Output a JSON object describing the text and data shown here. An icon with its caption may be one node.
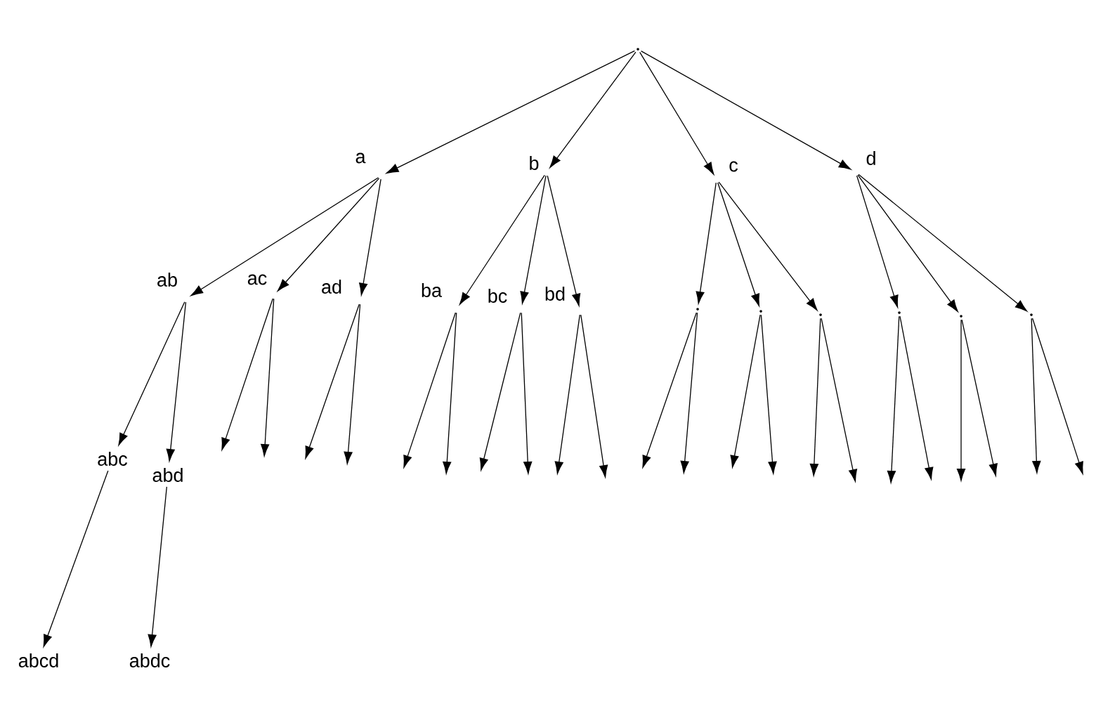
{
  "diagram": {
    "nodes": [
      {
        "text": [],
        "shape": "point"
      },
      {
        "text": [
          "a"
        ]
      },
      {
        "text": [
          "b"
        ]
      },
      {
        "text": [
          "c"
        ]
      },
      {
        "text": [
          "d"
        ]
      },
      {
        "text": [
          "ab"
        ]
      },
      {
        "text": [
          "ac"
        ]
      },
      {
        "text": [
          "ad"
        ]
      },
      {
        "text": [
          "ba"
        ]
      },
      {
        "text": [
          "bc"
        ]
      },
      {
        "text": [
          "bd"
        ]
      },
      {
        "text": [],
        "shape": "point"
      },
      {
        "text": [],
        "shape": "point"
      },
      {
        "text": [],
        "shape": "point"
      },
      {
        "text": [],
        "shape": "point"
      },
      {
        "text": [],
        "shape": "point"
      },
      {
        "text": [],
        "shape": "point"
      },
      {
        "text": [
          "abc"
        ]
      },
      {
        "text": [
          "abd"
        ]
      },
      {
        "text": [
          "abcd"
        ]
      },
      {
        "text": [
          "abdc"
        ]
      }
    ],
    "edges": [
      {
        "from": 0,
        "to": 1,
        "arrow": "to"
      },
      {
        "from": 0,
        "to": 2,
        "arrow": "to"
      },
      {
        "from": 0,
        "to": 3,
        "arrow": "to"
      },
      {
        "from": 0,
        "to": 4,
        "arrow": "to"
      },
      {
        "from": 1,
        "to": 5,
        "arrow": "to"
      },
      {
        "from": 1,
        "to": 6,
        "arrow": "to"
      },
      {
        "from": 1,
        "to": 7,
        "arrow": "to"
      },
      {
        "from": 2,
        "to": 8,
        "arrow": "to"
      },
      {
        "from": 2,
        "to": 9,
        "arrow": "to"
      },
      {
        "from": 2,
        "to": 10,
        "arrow": "to"
      },
      {
        "from": 3,
        "to": 11,
        "arrow": "to"
      },
      {
        "from": 3,
        "to": 12,
        "arrow": "to"
      },
      {
        "from": 3,
        "to": 13,
        "arrow": "to"
      },
      {
        "from": 4,
        "to": 14,
        "arrow": "to"
      },
      {
        "from": 4,
        "to": 15,
        "arrow": "to"
      },
      {
        "from": 4,
        "to": 16,
        "arrow": "to"
      },
      {
        "from": 5,
        "to": 17,
        "arrow": "to"
      },
      {
        "from": 5,
        "to": 18,
        "arrow": "to"
      },
      {
        "from": 6,
        "to": null,
        "arrow": "to"
      },
      {
        "from": 6,
        "to": null,
        "arrow": "to"
      },
      {
        "from": 7,
        "to": null,
        "arrow": "to"
      },
      {
        "from": 7,
        "to": null,
        "arrow": "to"
      },
      {
        "from": 8,
        "to": null,
        "arrow": "to"
      },
      {
        "from": 8,
        "to": null,
        "arrow": "to"
      },
      {
        "from": 9,
        "to": null,
        "arrow": "to"
      },
      {
        "from": 9,
        "to": null,
        "arrow": "to"
      },
      {
        "from": 10,
        "to": null,
        "arrow": "to"
      },
      {
        "from": 10,
        "to": null,
        "arrow": "to"
      },
      {
        "from": 11,
        "to": null,
        "arrow": "to"
      },
      {
        "from": 11,
        "to": null,
        "arrow": "to"
      },
      {
        "from": 12,
        "to": null,
        "arrow": "to"
      },
      {
        "from": 12,
        "to": null,
        "arrow": "to"
      },
      {
        "from": 13,
        "to": null,
        "arrow": "to"
      },
      {
        "from": 13,
        "to": null,
        "arrow": "to"
      },
      {
        "from": 14,
        "to": null,
        "arrow": "to"
      },
      {
        "from": 14,
        "to": null,
        "arrow": "to"
      },
      {
        "from": 15,
        "to": null,
        "arrow": "to"
      },
      {
        "from": 15,
        "to": null,
        "arrow": "to"
      },
      {
        "from": 16,
        "to": null,
        "arrow": "to"
      },
      {
        "from": 16,
        "to": null,
        "arrow": "to"
      },
      {
        "from": 17,
        "to": 19,
        "arrow": "to"
      },
      {
        "from": 18,
        "to": 20,
        "arrow": "to"
      }
    ]
  }
}
